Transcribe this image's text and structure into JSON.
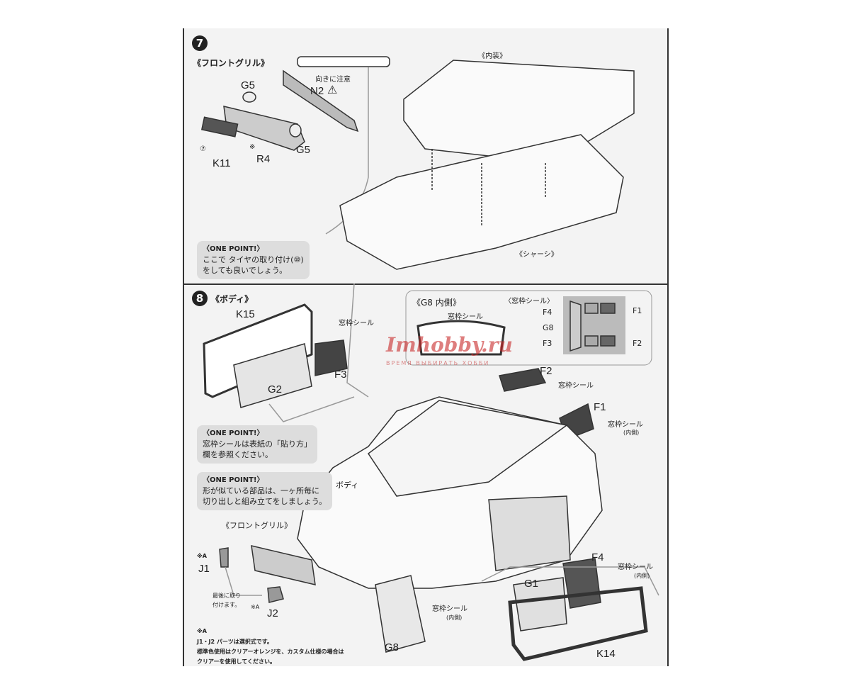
{
  "step7": {
    "number": "7",
    "title": "《フロントグリル》",
    "parts": {
      "g5_top": "G5",
      "g5_bottom": "G5",
      "n2": "N2",
      "k11": "K11",
      "r4": "R4",
      "r4_mark": "※",
      "k11_mark": "⑦"
    },
    "orientation_note": "向きに注意",
    "interior_label": "《内装》",
    "chassis_label": "《シャーシ》",
    "one_point": {
      "heading": "〈ONE POINT!〉",
      "line1": "ここで タイヤの取り付け(⑩)",
      "line2": "をしても良いでしょう。"
    }
  },
  "step8": {
    "number": "8",
    "title": "《ボディ》",
    "parts": {
      "k15": "K15",
      "g2": "G2",
      "f3": "F3",
      "f2": "F2",
      "f1": "F1",
      "f4": "F4",
      "g1": "G1",
      "k14": "K14",
      "g8": "G8",
      "j1": "J1",
      "j2": "J2",
      "a_mark": "※A"
    },
    "window_seal": "窓枠シール",
    "inner": "(内側)",
    "body_label": "ボディ",
    "front_grille": "《フロントグリル》",
    "g8_inner": {
      "title": "《G8 内側》",
      "seal": "窓枠シール"
    },
    "seal_sheet": {
      "title": "〈窓枠シール〉",
      "f4": "F4",
      "g8": "G8",
      "f3": "F3",
      "f1": "F1",
      "f2": "F2"
    },
    "one_point_1": {
      "heading": "〈ONE POINT!〉",
      "line1": "窓枠シールは表紙の「貼り方」",
      "line2": "欄を参照ください。"
    },
    "one_point_2": {
      "heading": "〈ONE POINT!〉",
      "line1": "形が似ている部品は、一ヶ所毎に",
      "line2": "切り出しと組み立てをしましょう。"
    },
    "attach_last": {
      "line1": "最後に取り",
      "line2": "付けます。"
    },
    "note": {
      "mark": "※A",
      "line1": "J1・J2 パーツは選択式です。",
      "line2": "標準色使用はクリアーオレンジを、カスタム仕様の場合は",
      "line3": "クリアーを使用してください。"
    }
  },
  "watermark": {
    "brand": "Imhobby",
    "tld": ".ru",
    "tagline": "ВРЕМЯ ВЫБИРАТЬ ХОББИ"
  }
}
